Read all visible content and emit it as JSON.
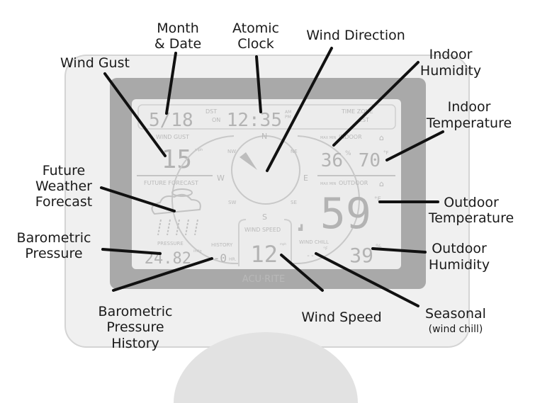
{
  "callouts": {
    "month_date": [
      "Month",
      "& Date"
    ],
    "atomic_clock": [
      "Atomic",
      "Clock"
    ],
    "wind_direction": "Wind Direction",
    "wind_gust": "Wind Gust",
    "indoor_humidity": [
      "Indoor",
      "Humidity"
    ],
    "indoor_temperature": [
      "Indoor",
      "Temperature"
    ],
    "future_forecast": [
      "Future",
      "Weather",
      "Forecast"
    ],
    "outdoor_temperature": [
      "Outdoor",
      "Temperature"
    ],
    "barometric_pressure": [
      "Barometric",
      "Pressure"
    ],
    "outdoor_humidity": [
      "Outdoor",
      "Humidity"
    ],
    "pressure_history": [
      "Barometric",
      "Pressure",
      "History"
    ],
    "wind_speed": "Wind Speed",
    "seasonal": "Seasonal",
    "seasonal_sub": "(wind chill)"
  },
  "display": {
    "date": "5/18",
    "dst_label": "DST",
    "dst_value": "ON",
    "time": "12:35",
    "am": "AM",
    "pm": "PM",
    "time_zone_label": "TIME ZONE",
    "time_zone_value": "EST",
    "wind_gust_label": "WIND GUST",
    "wind_gust": "15",
    "wind_unit": "mph",
    "compass": {
      "n": "N",
      "ne": "NE",
      "e": "E",
      "se": "SE",
      "s": "S",
      "sw": "SW",
      "w": "W",
      "nw": "NW"
    },
    "max_min": "MAX MIN",
    "indoor_label": "INDOOR",
    "indoor_humidity": "36",
    "percent": "%",
    "indoor_temp": "70",
    "deg_f": "°F",
    "outdoor_label": "OUTDOOR",
    "outdoor_temp": "59",
    "forecast_label": "FUTURE FORECAST",
    "pressure_label": "PRESSURE",
    "pressure": "24.82",
    "pressure_unit": "inHg",
    "history_label": "HISTORY",
    "history": "-0",
    "history_unit": "HR.",
    "wind_speed_label": "WIND SPEED",
    "wind_speed": "12",
    "wind_chill_label": "WIND CHILL",
    "wind_chill": "--",
    "outdoor_humidity": "39",
    "brand": "ACU·RITE"
  }
}
